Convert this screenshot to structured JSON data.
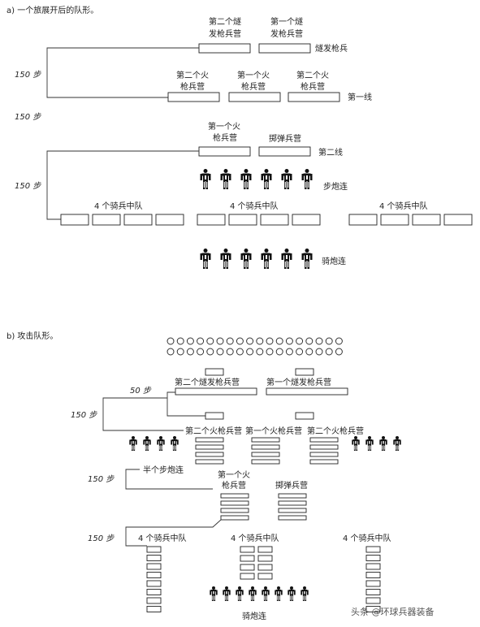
{
  "section_a": {
    "title": "a) 一个旅展开后的队形。",
    "battalion_2_fusilier": [
      "第二个燧",
      "发枪兵营"
    ],
    "battalion_1_fusilier": [
      "第一个燧",
      "发枪兵营"
    ],
    "fusiliers": "燧发枪兵",
    "battalion_2_musket": [
      "第二个火",
      "枪兵营"
    ],
    "battalion_1_musket": [
      "第一个火",
      "枪兵营"
    ],
    "battalion_2_musket_b": [
      "第二个火",
      "枪兵营"
    ],
    "first_line": "第一线",
    "steps_1": "150 步",
    "steps_2": "150 步",
    "battalion_1_musket_2": [
      "第一个火",
      "枪兵营"
    ],
    "grenadier_battalion": "掷弹兵营",
    "second_line": "第二线",
    "steps_3": "150 步",
    "foot_artillery": "步炮连",
    "cavalry_left": "4 个骑兵中队",
    "cavalry_center": "4 个骑兵中队",
    "cavalry_right": "4 个骑兵中队",
    "horse_artillery": "骑炮连"
  },
  "section_b": {
    "title": "b) 攻击队形。",
    "steps_50": "50 步",
    "fusilier_2": "第二个燧发枪兵营",
    "fusilier_1": "第一个燧发枪兵营",
    "steps_150_a": "150 步",
    "musket_2_left": "第二个火枪兵营",
    "musket_1": "第一个火枪兵营",
    "musket_2_right": "第二个火枪兵营",
    "half_artillery": "半个步炮连",
    "steps_150_b": "150 步",
    "musket_1_rear": [
      "第一个火",
      "枪兵营"
    ],
    "grenadier": "掷弹兵营",
    "steps_150_c": "150 步",
    "cavalry_left": "4 个骑兵中队",
    "cavalry_center": "4 个骑兵中队",
    "cavalry_right": "4 个骑兵中队",
    "horse_artillery": "骑炮连"
  },
  "watermark": "头条 @环球兵器装备"
}
